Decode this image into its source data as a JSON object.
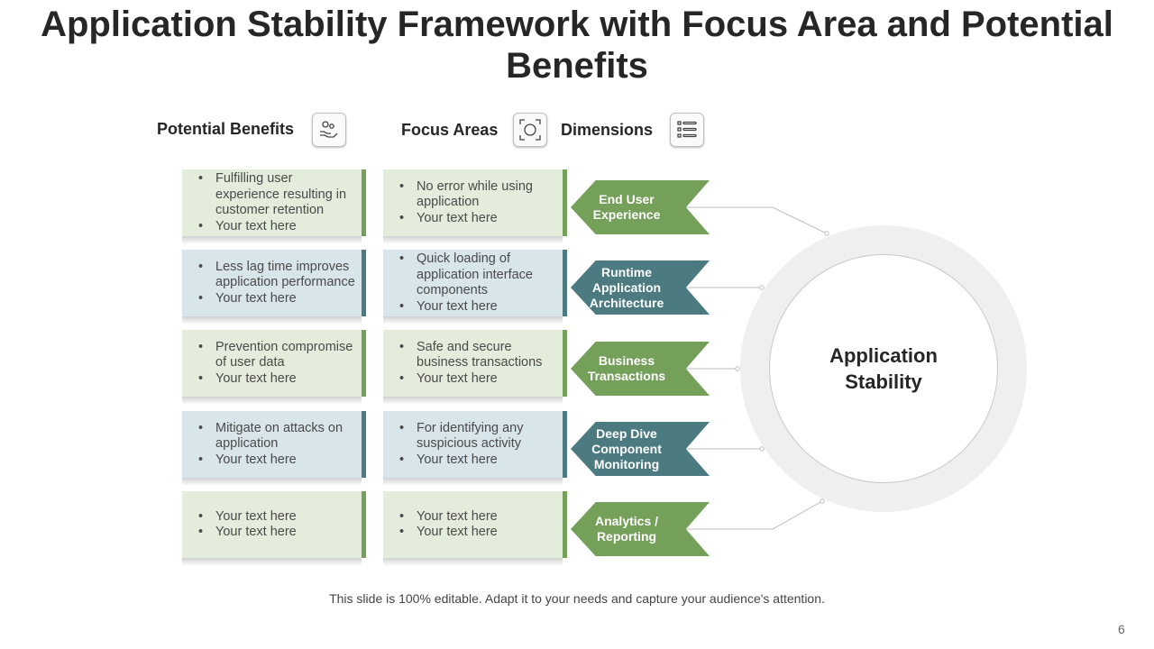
{
  "title": "Application Stability Framework with Focus Area and Potential Benefits",
  "headers": {
    "benefits": "Potential Benefits",
    "focus": "Focus Areas",
    "dimensions": "Dimensions"
  },
  "icons": {
    "benefits": "hand-with-gears-icon",
    "focus": "target-focus-icon",
    "dimensions": "list-icon"
  },
  "colors": {
    "green": "#74a05a",
    "teal": "#4b7a80",
    "green_fill": "#e4eddc",
    "teal_fill": "#d8e5ea"
  },
  "rows": [
    {
      "benefits": [
        "Fulfilling user experience resulting in customer retention",
        "Your text here"
      ],
      "focus": [
        "No error while using application",
        "Your text here"
      ],
      "dimension": "End User Experience"
    },
    {
      "benefits": [
        "Less lag time improves application performance",
        "Your text here"
      ],
      "focus": [
        "Quick loading of application interface components",
        "Your text here"
      ],
      "dimension": "Runtime Application Architecture"
    },
    {
      "benefits": [
        "Prevention compromise of user data",
        "Your text here"
      ],
      "focus": [
        "Safe and secure business transactions",
        "Your text here"
      ],
      "dimension": "Business Transactions"
    },
    {
      "benefits": [
        "Mitigate on attacks on application",
        "Your text here"
      ],
      "focus": [
        "For identifying any suspicious activity",
        "Your text here"
      ],
      "dimension": "Deep Dive Component Monitoring"
    },
    {
      "benefits": [
        "Your text here",
        "Your text here"
      ],
      "focus": [
        "Your text here",
        "Your text here"
      ],
      "dimension": "Analytics / Reporting"
    }
  ],
  "center_label": "Application Stability",
  "footer": "This slide is 100% editable. Adapt it to your needs and capture your audience's attention.",
  "page_number": "6"
}
